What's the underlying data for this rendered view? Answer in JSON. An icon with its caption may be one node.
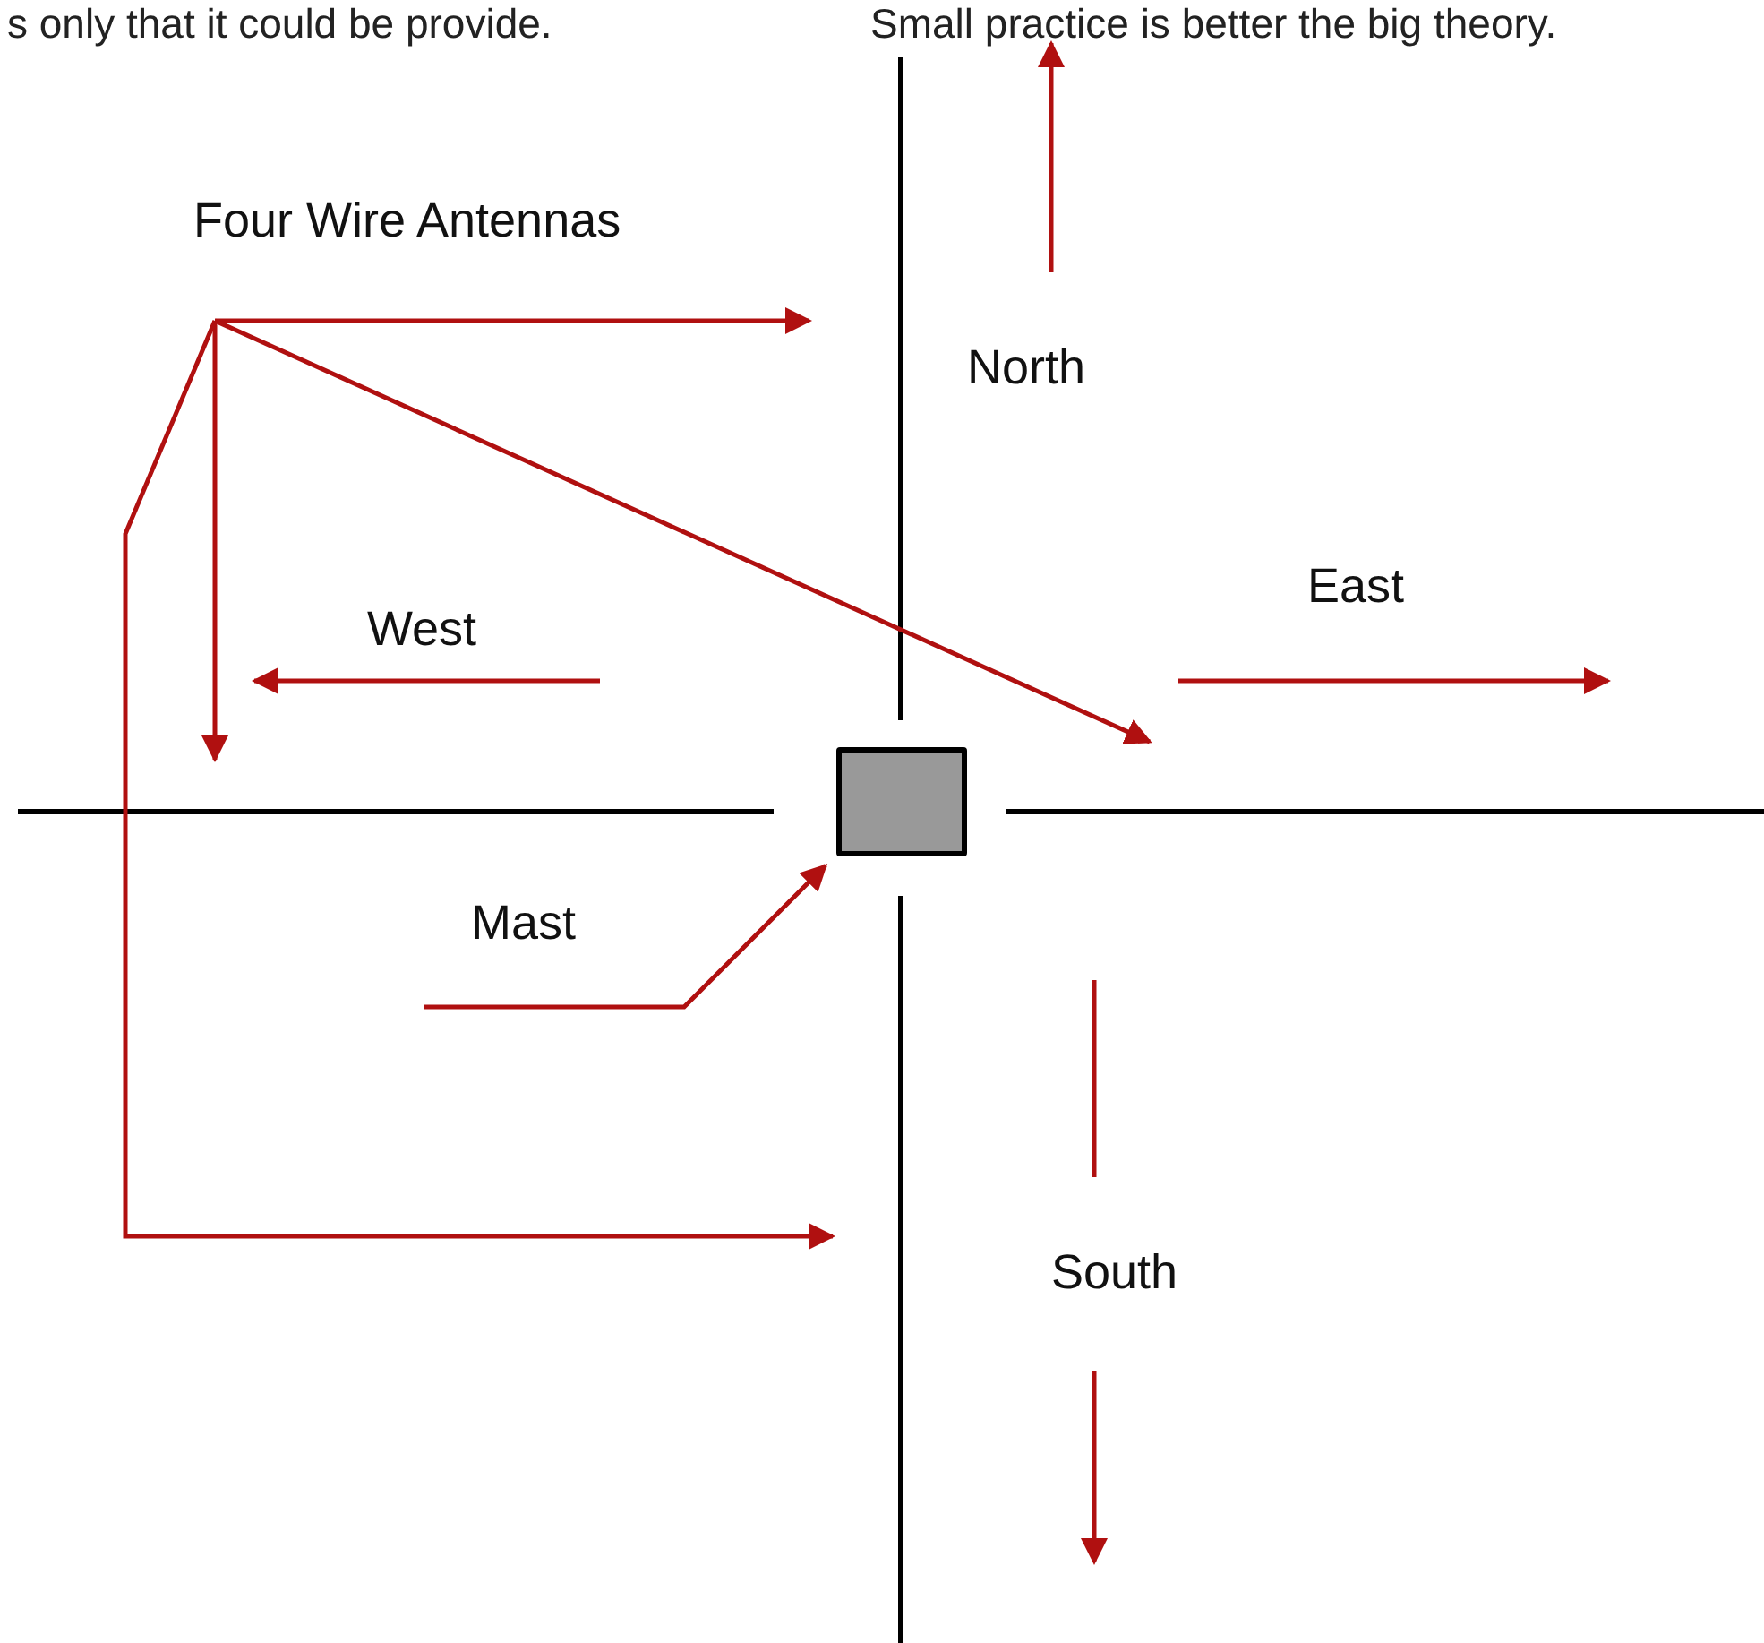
{
  "diagram": {
    "nodes": [
      {
        "text": [
          "Four Wire Antennas"
        ]
      },
      {
        "text": [],
        "shape": "box"
      },
      {
        "text": [
          "Mast"
        ]
      }
    ],
    "edges": [
      {
        "from": 0,
        "to": null,
        "arrow": "to"
      },
      {
        "from": 0,
        "to": null,
        "arrow": "to"
      },
      {
        "from": 0,
        "to": null,
        "arrow": "to"
      },
      {
        "from": 0,
        "to": null,
        "arrow": "to"
      },
      {
        "from": 2,
        "to": 1,
        "arrow": "to"
      }
    ],
    "labels": [
      "s only that it could be provide.",
      "Small practice is better the big theory.",
      "North",
      "East",
      "West",
      "South"
    ]
  }
}
